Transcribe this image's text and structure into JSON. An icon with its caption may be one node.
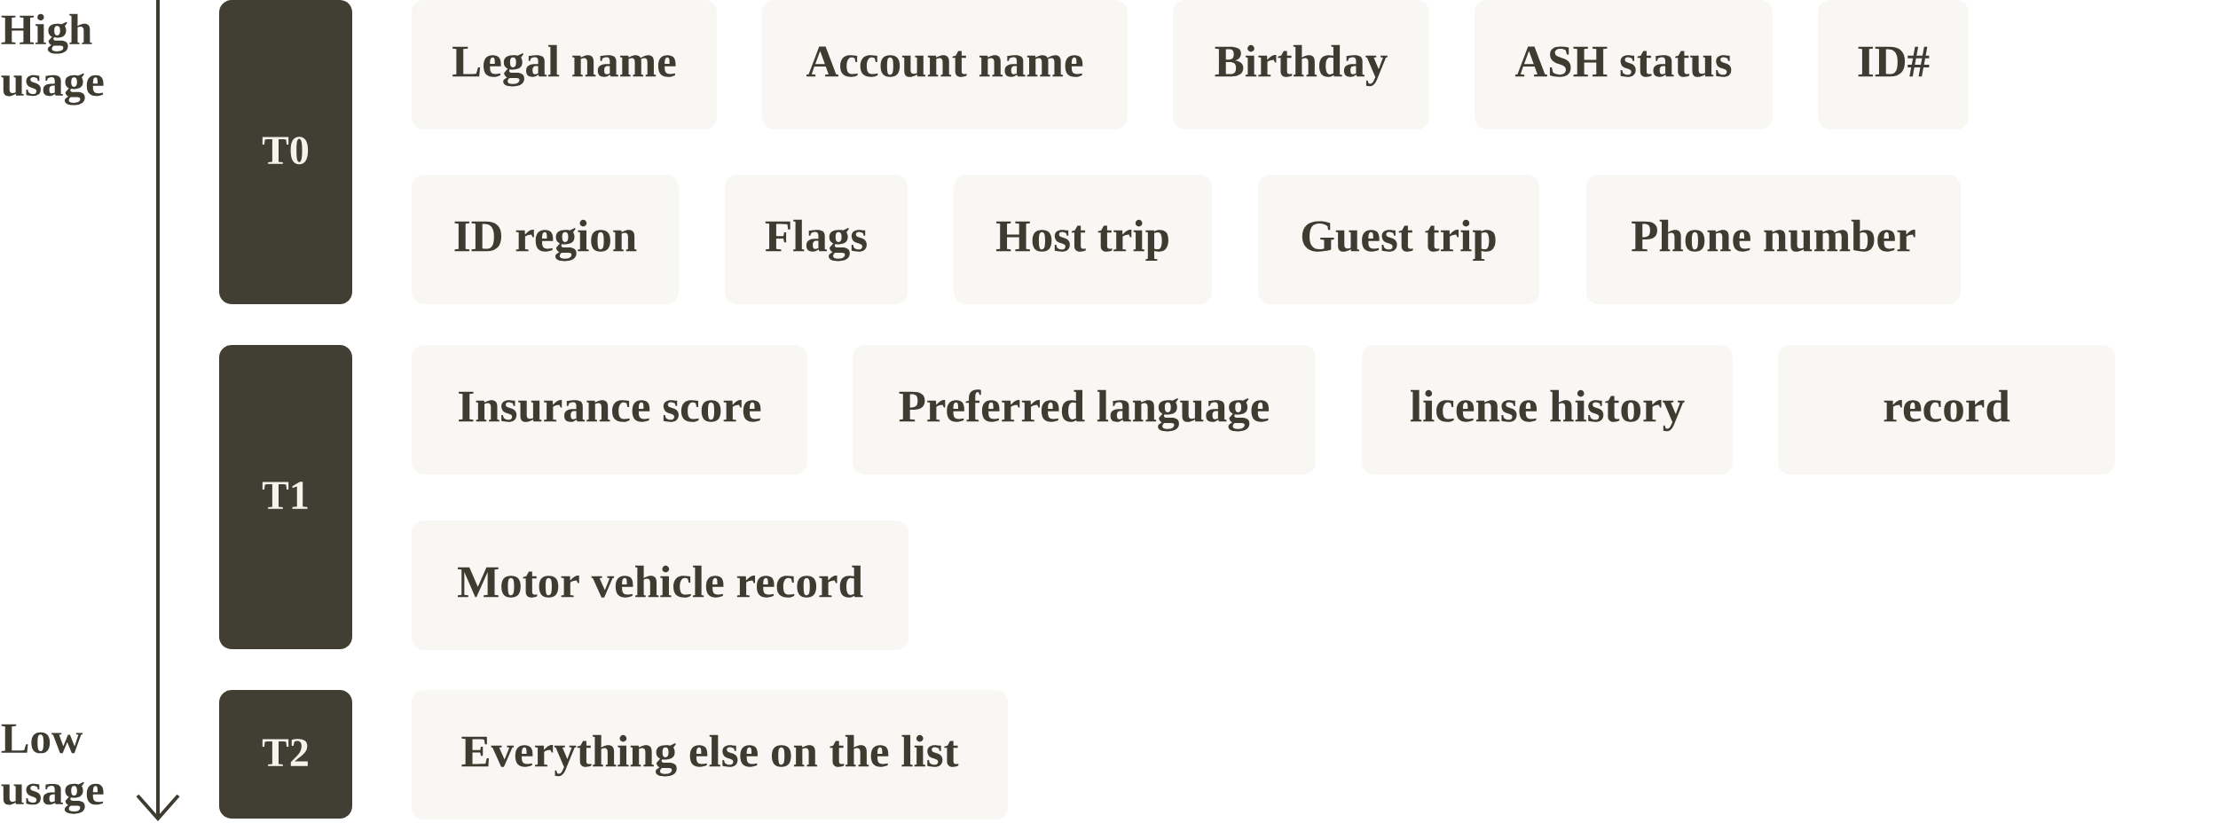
{
  "diagram": {
    "nodes": [
      {
        "text": [
          "T0"
        ]
      },
      {
        "text": [
          "Legal name"
        ]
      },
      {
        "text": [
          "Account name"
        ]
      },
      {
        "text": [
          "Birthday"
        ]
      },
      {
        "text": [
          "ASH status"
        ]
      },
      {
        "text": [
          "ID#"
        ]
      },
      {
        "text": [
          "ID region"
        ]
      },
      {
        "text": [
          "Flags"
        ]
      },
      {
        "text": [
          "Host trip"
        ]
      },
      {
        "text": [
          "Guest trip"
        ]
      },
      {
        "text": [
          "Phone number"
        ]
      },
      {
        "text": [
          "T1"
        ]
      },
      {
        "text": [
          "Insurance score"
        ]
      },
      {
        "text": [
          "Preferred language"
        ]
      },
      {
        "text": [
          "license history"
        ]
      },
      {
        "text": [
          "record"
        ]
      },
      {
        "text": [
          "Motor vehicle record"
        ]
      },
      {
        "text": [
          "T2"
        ]
      },
      {
        "text": [
          "Everything else on the list"
        ]
      }
    ],
    "labels": [
      "High usage",
      "Low usage"
    ]
  }
}
